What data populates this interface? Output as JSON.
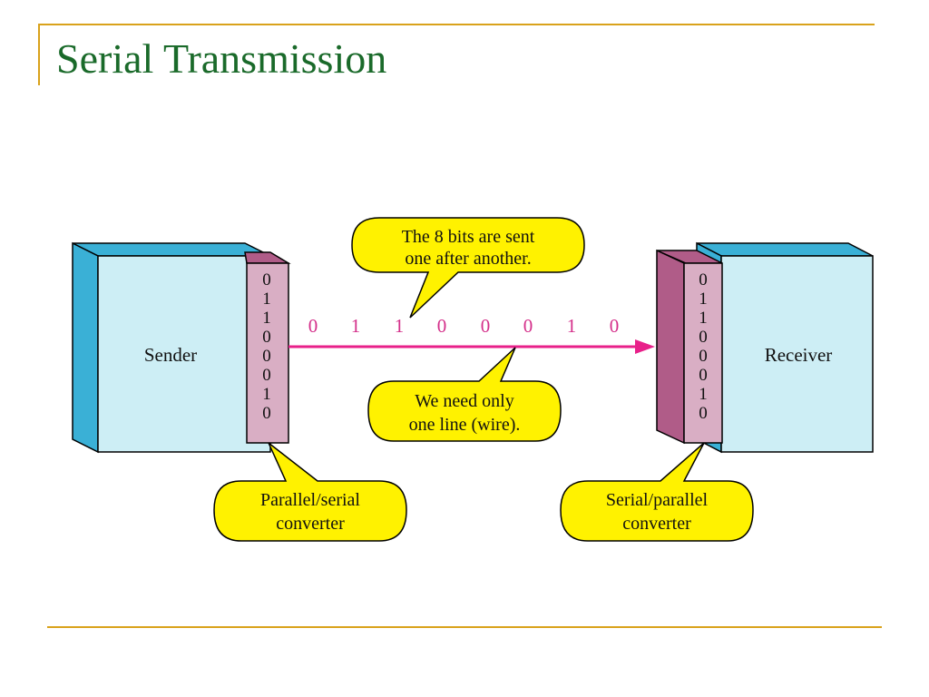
{
  "title": "Serial Transmission",
  "colors": {
    "title": "#1a6a2a",
    "rule": "#d9a21b",
    "box_front": "#cdeef5",
    "box_side": "#3ab0d6",
    "converter_front": "#d9aec4",
    "converter_side": "#b05c88",
    "wire": "#e8208a",
    "callout_fill": "#fff200"
  },
  "sender": {
    "label": "Sender",
    "bits": [
      "0",
      "1",
      "1",
      "0",
      "0",
      "0",
      "1",
      "0"
    ]
  },
  "receiver": {
    "label": "Receiver",
    "bits": [
      "0",
      "1",
      "1",
      "0",
      "0",
      "0",
      "1",
      "0"
    ]
  },
  "wire": {
    "bits": [
      "0",
      "1",
      "1",
      "0",
      "0",
      "0",
      "1",
      "0"
    ]
  },
  "callouts": {
    "bits_sent": {
      "line1": "The 8 bits are sent",
      "line2": "one after another."
    },
    "one_line": {
      "line1": "We need only",
      "line2": "one line (wire)."
    },
    "parallel_serial": {
      "line1": "Parallel/serial",
      "line2": "converter"
    },
    "serial_parallel": {
      "line1": "Serial/parallel",
      "line2": "converter"
    }
  }
}
